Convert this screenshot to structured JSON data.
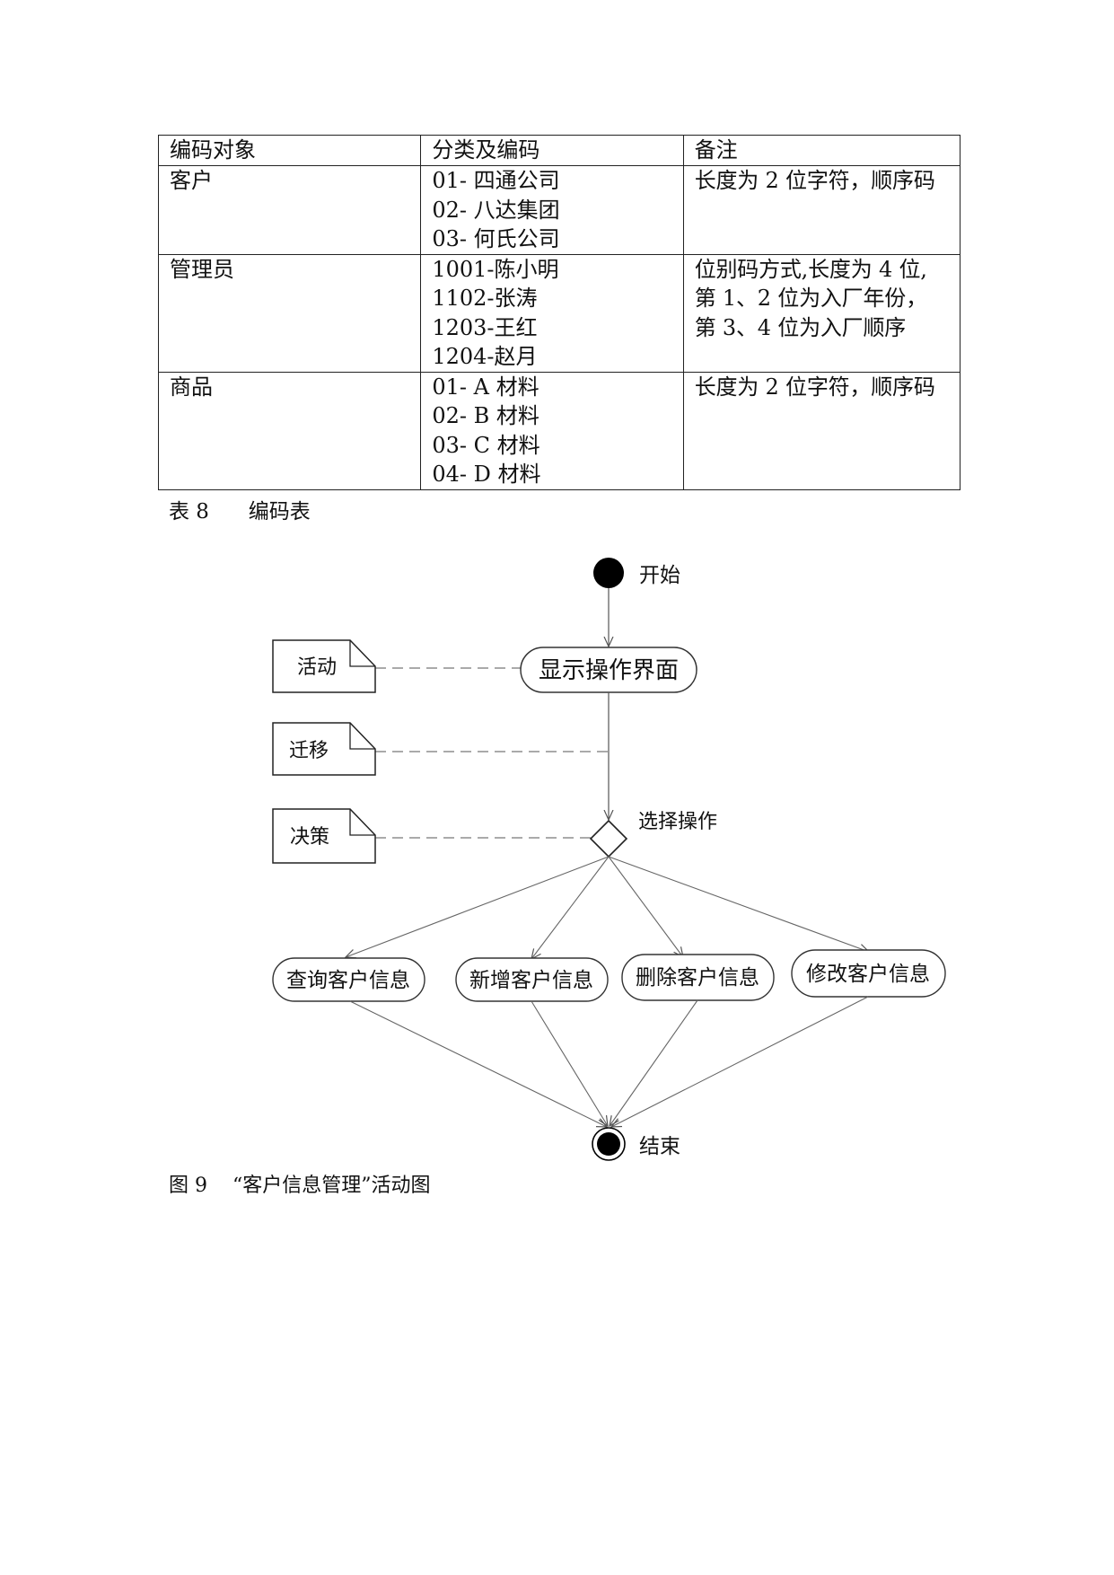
{
  "table": {
    "headers": [
      "编码对象",
      "分类及编码",
      "备注"
    ],
    "rows": [
      {
        "object": "客户",
        "codes": [
          "01- 四通公司",
          "02- 八达集团",
          "03- 何氏公司"
        ],
        "notes": [
          "长度为 2 位字符，顺序码"
        ]
      },
      {
        "object": "管理员",
        "codes": [
          "1001-陈小明",
          "1102-张涛",
          "1203-王红",
          "1204-赵月"
        ],
        "notes": [
          "位别码方式,长度为 4 位,",
          "第 1、2 位为入厂年份，",
          "第 3、4 位为入厂顺序"
        ]
      },
      {
        "object": "商品",
        "codes": [
          "01- A 材料",
          "02- B 材料",
          "03- C 材料",
          "04- D 材料"
        ],
        "notes": [
          "长度为 2 位字符，顺序码"
        ]
      }
    ]
  },
  "table_caption": "表 8      编码表",
  "diagram": {
    "start_label": "开始",
    "end_label": "结束",
    "display_activity": "显示操作界面",
    "decision_label": "选择操作",
    "notes": {
      "activity": "活动",
      "transition": "迁移",
      "decision": "决策"
    },
    "actions": [
      "查询客户信息",
      "新增客户信息",
      "删除客户信息",
      "修改客户信息"
    ]
  },
  "figure_caption": "图 9    “客户信息管理”活动图"
}
